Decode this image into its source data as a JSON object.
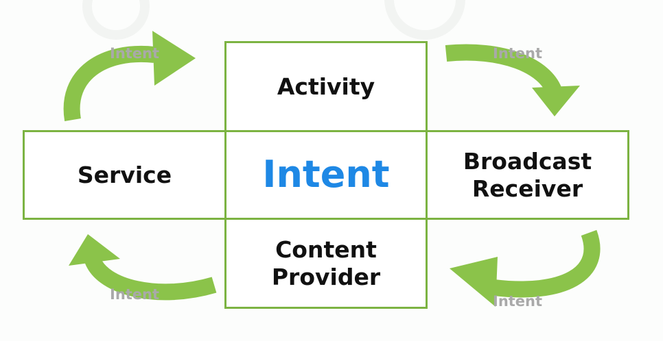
{
  "diagram": {
    "center": "Intent",
    "top": "Activity",
    "left": "Service",
    "right_line1": "Broadcast",
    "right_line2": "Receiver",
    "bottom_line1": "Content",
    "bottom_line2": "Provider"
  },
  "arrow_labels": {
    "top_left": "Intent",
    "top_right": "Intent",
    "bottom_left": "Intent",
    "bottom_right": "Intent"
  },
  "colors": {
    "border": "#7cb342",
    "arrow": "#8bc34a",
    "center_text": "#1e88e5",
    "arrow_label": "#a9a9a9"
  }
}
